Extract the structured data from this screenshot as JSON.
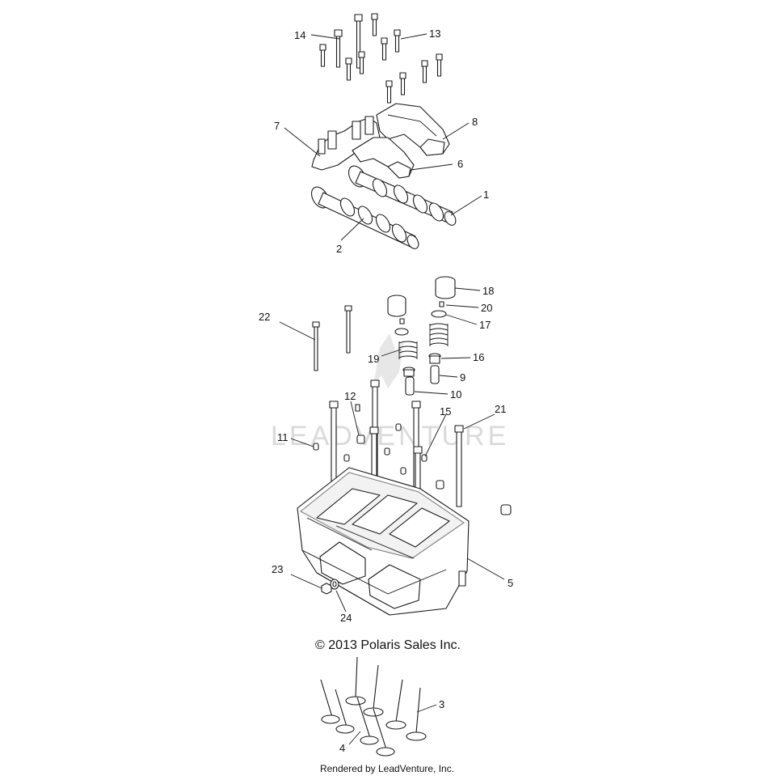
{
  "diagram": {
    "copyright": "© 2013 Polaris Sales Inc.",
    "rendered_by": "Rendered by LeadVenture, Inc.",
    "watermark": "LEADVENTURE",
    "callouts": [
      "1",
      "2",
      "3",
      "4",
      "5",
      "6",
      "7",
      "8",
      "9",
      "10",
      "11",
      "12",
      "13",
      "14",
      "15",
      "16",
      "17",
      "18",
      "19",
      "20",
      "21",
      "22",
      "23",
      "24"
    ]
  }
}
